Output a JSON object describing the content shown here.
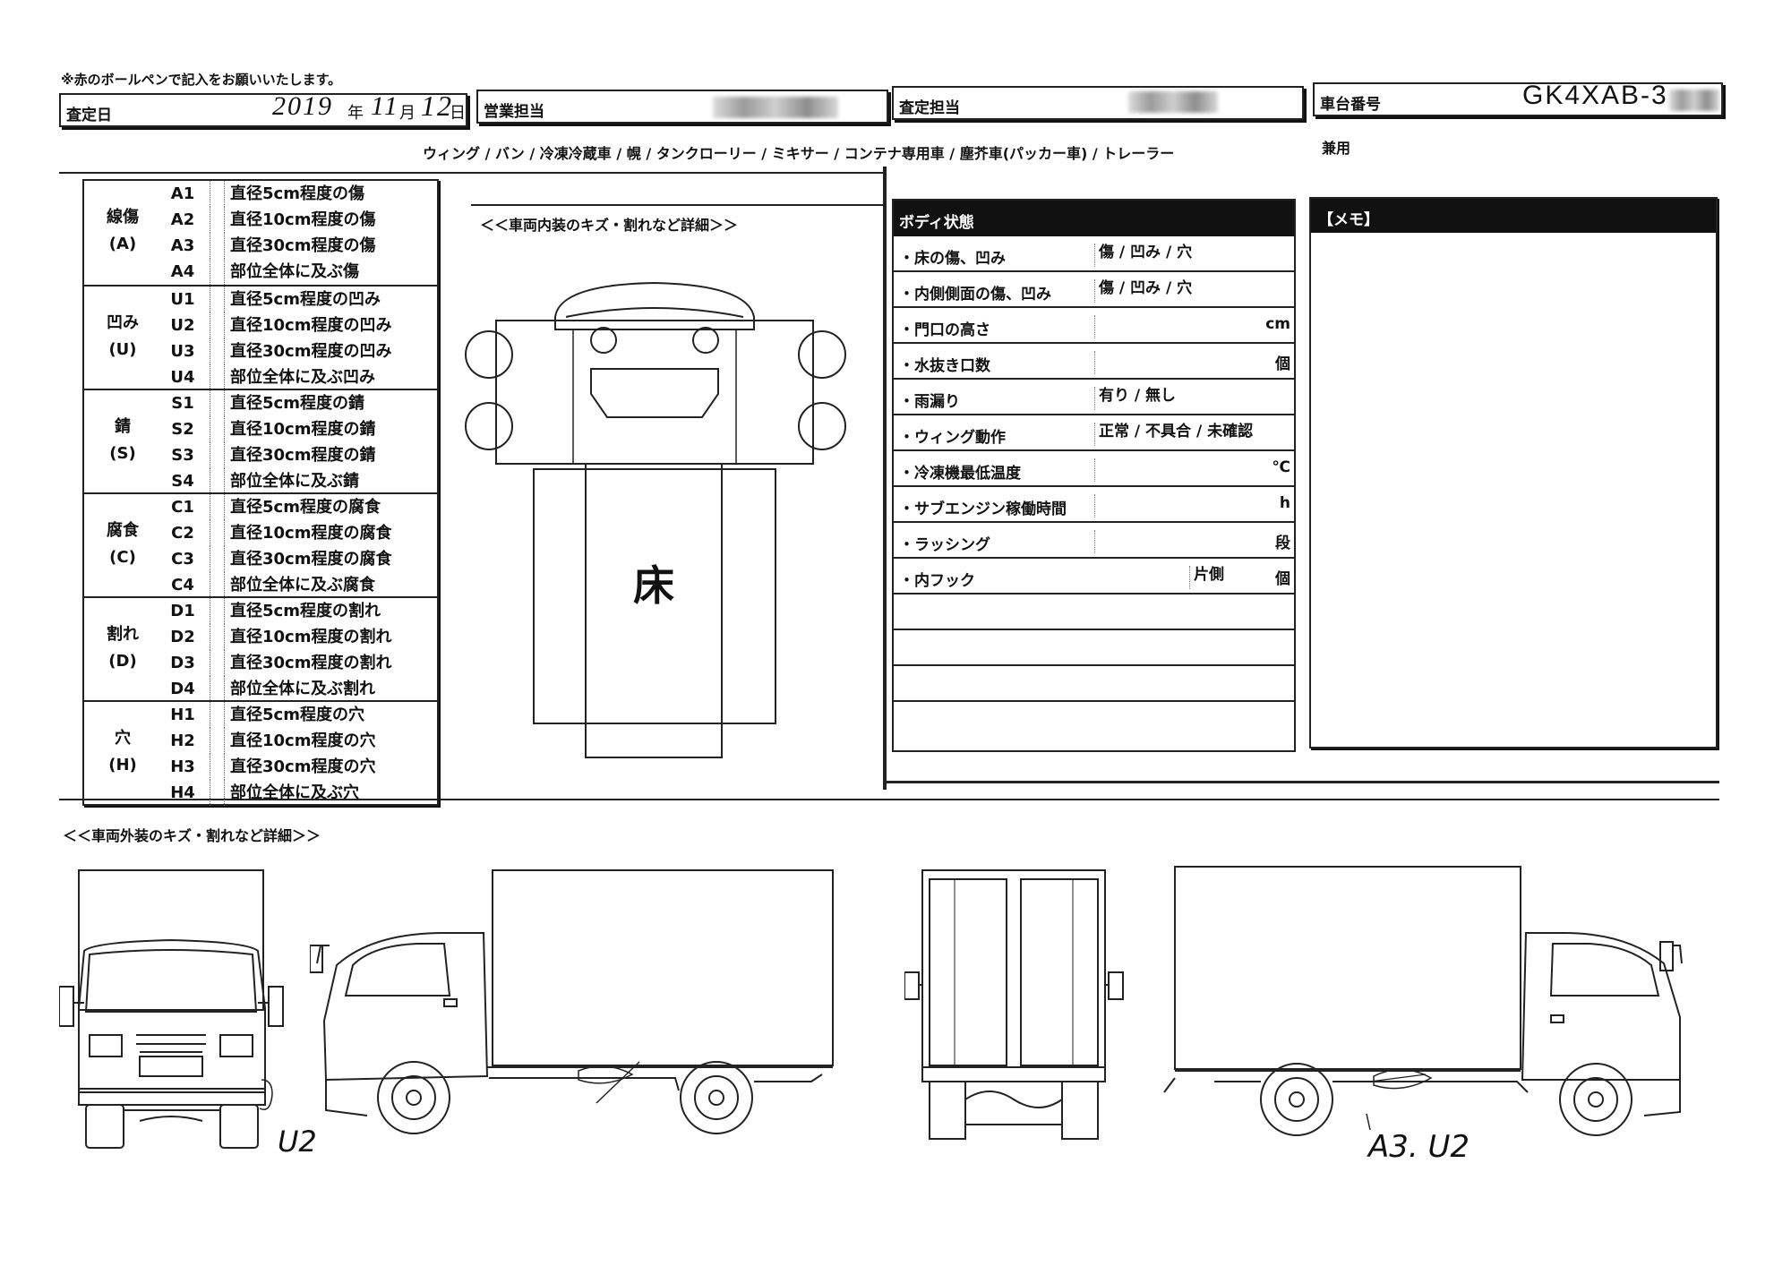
{
  "note": "※赤のボールペンで記入をお願いいたします。",
  "header": {
    "assess_date_label": "査定日",
    "assess_date_value": "2019",
    "year_unit": "年",
    "month": "11",
    "month_unit": "月",
    "day": "12",
    "day_unit": "日",
    "sales_label": "営業担当",
    "assessor_label": "査定担当",
    "vehicle_no_label": "車台番号",
    "vehicle_no_value": "GK4XAB-3"
  },
  "body_types": "ウィング / バン / 冷凍冷蔵車 / 幌 / タンクローリー / ミキサー / コンテナ専用車 / 塵芥車(パッカー車) / トレーラー",
  "body_types_extra": "兼用",
  "damage_codes": [
    {
      "name": "線傷",
      "letter": "(A)",
      "items": [
        {
          "code": "A1",
          "desc": "直径5cm程度の傷"
        },
        {
          "code": "A2",
          "desc": "直径10cm程度の傷"
        },
        {
          "code": "A3",
          "desc": "直径30cm程度の傷"
        },
        {
          "code": "A4",
          "desc": "部位全体に及ぶ傷"
        }
      ]
    },
    {
      "name": "凹み",
      "letter": "(U)",
      "items": [
        {
          "code": "U1",
          "desc": "直径5cm程度の凹み"
        },
        {
          "code": "U2",
          "desc": "直径10cm程度の凹み"
        },
        {
          "code": "U3",
          "desc": "直径30cm程度の凹み"
        },
        {
          "code": "U4",
          "desc": "部位全体に及ぶ凹み"
        }
      ]
    },
    {
      "name": "錆",
      "letter": "(S)",
      "items": [
        {
          "code": "S1",
          "desc": "直径5cm程度の錆"
        },
        {
          "code": "S2",
          "desc": "直径10cm程度の錆"
        },
        {
          "code": "S3",
          "desc": "直径30cm程度の錆"
        },
        {
          "code": "S4",
          "desc": "部位全体に及ぶ錆"
        }
      ]
    },
    {
      "name": "腐食",
      "letter": "(C)",
      "items": [
        {
          "code": "C1",
          "desc": "直径5cm程度の腐食"
        },
        {
          "code": "C2",
          "desc": "直径10cm程度の腐食"
        },
        {
          "code": "C3",
          "desc": "直径30cm程度の腐食"
        },
        {
          "code": "C4",
          "desc": "部位全体に及ぶ腐食"
        }
      ]
    },
    {
      "name": "割れ",
      "letter": "(D)",
      "items": [
        {
          "code": "D1",
          "desc": "直径5cm程度の割れ"
        },
        {
          "code": "D2",
          "desc": "直径10cm程度の割れ"
        },
        {
          "code": "D3",
          "desc": "直径30cm程度の割れ"
        },
        {
          "code": "D4",
          "desc": "部位全体に及ぶ割れ"
        }
      ]
    },
    {
      "name": "穴",
      "letter": "(H)",
      "items": [
        {
          "code": "H1",
          "desc": "直径5cm程度の穴"
        },
        {
          "code": "H2",
          "desc": "直径10cm程度の穴"
        },
        {
          "code": "H3",
          "desc": "直径30cm程度の穴"
        },
        {
          "code": "H4",
          "desc": "部位全体に及ぶ穴"
        }
      ]
    }
  ],
  "interior": {
    "title": "＜＜車両内装のキズ・割れなど詳細＞＞",
    "floor_label": "床"
  },
  "body_status": {
    "title": "ボディ状態",
    "rows": [
      {
        "label": "・床の傷、凹み",
        "options": "傷 / 凹み / 穴",
        "unit": ""
      },
      {
        "label": "・内側側面の傷、凹み",
        "options": "傷 / 凹み / 穴",
        "unit": ""
      },
      {
        "label": "・門口の高さ",
        "options": "",
        "unit": "cm"
      },
      {
        "label": "・水抜き口数",
        "options": "",
        "unit": "個"
      },
      {
        "label": "・雨漏り",
        "options": "有り / 無し",
        "unit": ""
      },
      {
        "label": "・ウィング動作",
        "options": "正常 / 不具合 / 未確認",
        "unit": ""
      },
      {
        "label": "・冷凍機最低温度",
        "options": "",
        "unit": "℃"
      },
      {
        "label": "・サブエンジン稼働時間",
        "options": "",
        "unit": "h"
      },
      {
        "label": "・ラッシング",
        "options": "",
        "unit": "段"
      },
      {
        "label": "・内フック",
        "options": "片側",
        "unit": "個"
      }
    ]
  },
  "memo": {
    "title": "【メモ】"
  },
  "exterior": {
    "title": "＜＜車両外装のキズ・割れなど詳細＞＞",
    "note_front": "U2",
    "note_side": "A3. U2"
  }
}
